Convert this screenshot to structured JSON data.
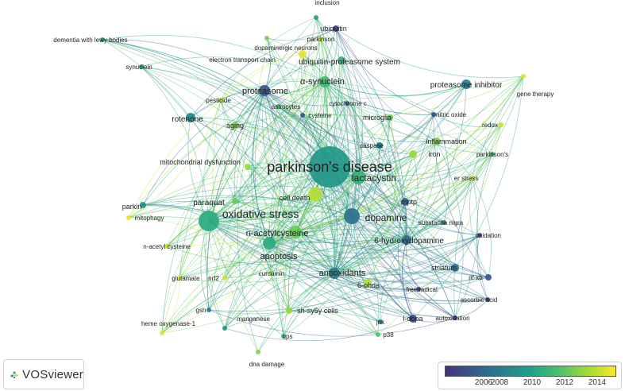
{
  "colors": {
    "scale": [
      "#46337e",
      "#365c8d",
      "#277f8e",
      "#1fa187",
      "#4ac16d",
      "#a0da39",
      "#fde725"
    ]
  },
  "nodes": [
    {
      "id": "parkinsons-disease",
      "label": "parkinson's disease",
      "year": 2009.4,
      "size": 26,
      "font": 18
    },
    {
      "id": "oxidative-stress",
      "label": "oxidative stress",
      "year": 2010.5,
      "size": 13,
      "font": 14
    },
    {
      "id": "dopamine",
      "label": "dopamine",
      "year": 2007.5,
      "size": 10,
      "font": 12
    },
    {
      "id": "lactacystin",
      "label": "lactacystin",
      "year": 2011.0,
      "size": 9,
      "font": 12
    },
    {
      "id": "n-acetylcysteine",
      "label": "n-acetylcysteine",
      "year": 2012.5,
      "size": 8,
      "font": 11
    },
    {
      "id": "apoptosis",
      "label": "apoptosis",
      "year": 2010.5,
      "size": 8,
      "font": 11
    },
    {
      "id": "alpha-synuclein",
      "label": "α-synuclein",
      "year": 2011.5,
      "size": 7,
      "font": 11
    },
    {
      "id": "proteasome",
      "label": "proteasome",
      "year": 2006.0,
      "size": 7,
      "font": 11
    },
    {
      "id": "ubiquitin-proteasome-system",
      "label": "ubiquitin-proteasome system",
      "year": 2011.0,
      "size": 5,
      "font": 10
    },
    {
      "id": "6-hydroxydopamine",
      "label": "6-hydroxydopamine",
      "year": 2007.2,
      "size": 6,
      "font": 10
    },
    {
      "id": "antioxidants",
      "label": "antioxidants",
      "year": 2008.0,
      "size": 7,
      "font": 11
    },
    {
      "id": "cell-death",
      "label": "cell death",
      "year": 2014.0,
      "size": 9,
      "font": 9
    },
    {
      "id": "rotenone",
      "label": "rotenone",
      "year": 2008.5,
      "size": 6,
      "font": 10
    },
    {
      "id": "aging",
      "label": "aging",
      "year": 2013.0,
      "size": 5,
      "font": 9
    },
    {
      "id": "proteasome-inhibitor",
      "label": "proteasome inhibitor",
      "year": 2008.0,
      "size": 6,
      "font": 10
    },
    {
      "id": "mitochondrial-dysfunction",
      "label": "mitochondrial dysfunction",
      "year": 2013.5,
      "size": 4,
      "font": 9
    },
    {
      "id": "paraquat",
      "label": "paraquat",
      "year": 2012.5,
      "size": 4,
      "font": 10
    },
    {
      "id": "mptp",
      "label": "mptp",
      "year": 2006.5,
      "size": 5,
      "font": 9
    },
    {
      "id": "inflammation",
      "label": "inflammation",
      "year": 2013.0,
      "size": 5,
      "font": 9
    },
    {
      "id": "microglia",
      "label": "microglia",
      "year": 2012.5,
      "size": 4,
      "font": 9
    },
    {
      "id": "iron",
      "label": "iron",
      "year": 2013.5,
      "size": 5,
      "font": 9
    },
    {
      "id": "caspase",
      "label": "caspase",
      "year": 2007.0,
      "size": 4,
      "font": 8
    },
    {
      "id": "6-ohda",
      "label": "6-ohda",
      "year": 2014.0,
      "size": 5,
      "font": 9
    },
    {
      "id": "striatum",
      "label": "striatum",
      "year": 2007.0,
      "size": 5,
      "font": 9
    },
    {
      "id": "l-dopa",
      "label": "l-dopa",
      "year": 2005.5,
      "size": 5,
      "font": 9
    },
    {
      "id": "parkin",
      "label": "parkin",
      "year": 2009.0,
      "size": 4,
      "font": 9
    },
    {
      "id": "ubiquitin",
      "label": "ubiquitin",
      "year": 2005.0,
      "size": 4,
      "font": 9
    },
    {
      "id": "inclusion",
      "label": "inclusion",
      "year": 2010.0,
      "size": 3,
      "font": 8
    },
    {
      "id": "parkinson",
      "label": "parkinson",
      "year": 2014.5,
      "size": 3,
      "font": 8
    },
    {
      "id": "dopaminergic-neurons",
      "label": "dopaminergic neurons",
      "year": 2013.0,
      "size": 3,
      "font": 8
    },
    {
      "id": "electron-transport-chain",
      "label": "electron transport chain",
      "year": 2015.0,
      "size": 5,
      "font": 8
    },
    {
      "id": "dementia-with-lewy-bodies",
      "label": "dementia with lewy bodies",
      "year": 2009.5,
      "size": 3,
      "font": 8
    },
    {
      "id": "synuclein",
      "label": "synuclein",
      "year": 2010.0,
      "size": 3,
      "font": 8
    },
    {
      "id": "pesticide",
      "label": "pesticide",
      "year": 2014.0,
      "size": 3,
      "font": 8
    },
    {
      "id": "astrocytes",
      "label": "astrocytes",
      "year": 2012.0,
      "size": 3,
      "font": 8
    },
    {
      "id": "cytochrome-c",
      "label": "cytochrome c",
      "year": 2007.0,
      "size": 3,
      "font": 8
    },
    {
      "id": "cysteine",
      "label": "cysteine",
      "year": 2006.0,
      "size": 3,
      "font": 8
    },
    {
      "id": "nitric-oxide",
      "label": "nitric oxide",
      "year": 2005.5,
      "size": 3,
      "font": 8
    },
    {
      "id": "gene-therapy",
      "label": "gene therapy",
      "year": 2015.0,
      "size": 3,
      "font": 8
    },
    {
      "id": "redox",
      "label": "redox",
      "year": 2014.5,
      "size": 3,
      "font": 8
    },
    {
      "id": "parkinsons",
      "label": "parkinson's",
      "year": 2010.5,
      "size": 3,
      "font": 8
    },
    {
      "id": "er-stress",
      "label": "er stress",
      "year": 2015.0,
      "size": 3,
      "font": 8
    },
    {
      "id": "substantia-nigra",
      "label": "substantia nigra",
      "year": 2008.5,
      "size": 3,
      "font": 8
    },
    {
      "id": "oxidation",
      "label": "oxidation",
      "year": 2005.0,
      "size": 3,
      "font": 8
    },
    {
      "id": "nfkb",
      "label": "nf-κb",
      "year": 2006.0,
      "size": 4,
      "font": 8
    },
    {
      "id": "ascorbic-acid",
      "label": "ascorbic acid",
      "year": 2005.0,
      "size": 3,
      "font": 8
    },
    {
      "id": "autoxidation",
      "label": "autoxidation",
      "year": 2004.5,
      "size": 3,
      "font": 8
    },
    {
      "id": "free-radical",
      "label": "free radical",
      "year": 2004.5,
      "size": 3,
      "font": 8
    },
    {
      "id": "p38",
      "label": "p38",
      "year": 2012.0,
      "size": 3,
      "font": 8
    },
    {
      "id": "jnk",
      "label": "jnk",
      "year": 2009.0,
      "size": 3,
      "font": 8
    },
    {
      "id": "sh-sy5y-cells",
      "label": "sh-sy5y cells",
      "year": 2013.5,
      "size": 4,
      "font": 9
    },
    {
      "id": "ups",
      "label": "ups",
      "year": 2011.0,
      "size": 3,
      "font": 8
    },
    {
      "id": "manganese",
      "label": "manganese",
      "year": 2009.5,
      "size": 3,
      "font": 8
    },
    {
      "id": "dna-damage",
      "label": "dna damage",
      "year": 2013.0,
      "size": 3,
      "font": 8
    },
    {
      "id": "heme-oxygenase-1",
      "label": "heme oxygenase-1",
      "year": 2015.0,
      "size": 3,
      "font": 8
    },
    {
      "id": "gsh",
      "label": "gsh",
      "year": 2008.0,
      "size": 3,
      "font": 8
    },
    {
      "id": "curcumin",
      "label": "curcumin",
      "year": 2013.0,
      "size": 3,
      "font": 8
    },
    {
      "id": "glutamate",
      "label": "glutamate",
      "year": 2015.0,
      "size": 3,
      "font": 8
    },
    {
      "id": "nrf2",
      "label": "nrf2",
      "year": 2014.5,
      "size": 3,
      "font": 8
    },
    {
      "id": "n-acetyl-cysteine",
      "label": "n-acetyl cysteine",
      "year": 2014.5,
      "size": 3,
      "font": 8
    },
    {
      "id": "mitophagy",
      "label": "mitophagy",
      "year": 2015.0,
      "size": 3,
      "font": 8
    }
  ],
  "legend": {
    "logo_text": "VOSviewer",
    "ticks": [
      "2006",
      "2008",
      "2010",
      "2012",
      "2014"
    ],
    "year_min": 2004.5,
    "year_max": 2015.5
  }
}
